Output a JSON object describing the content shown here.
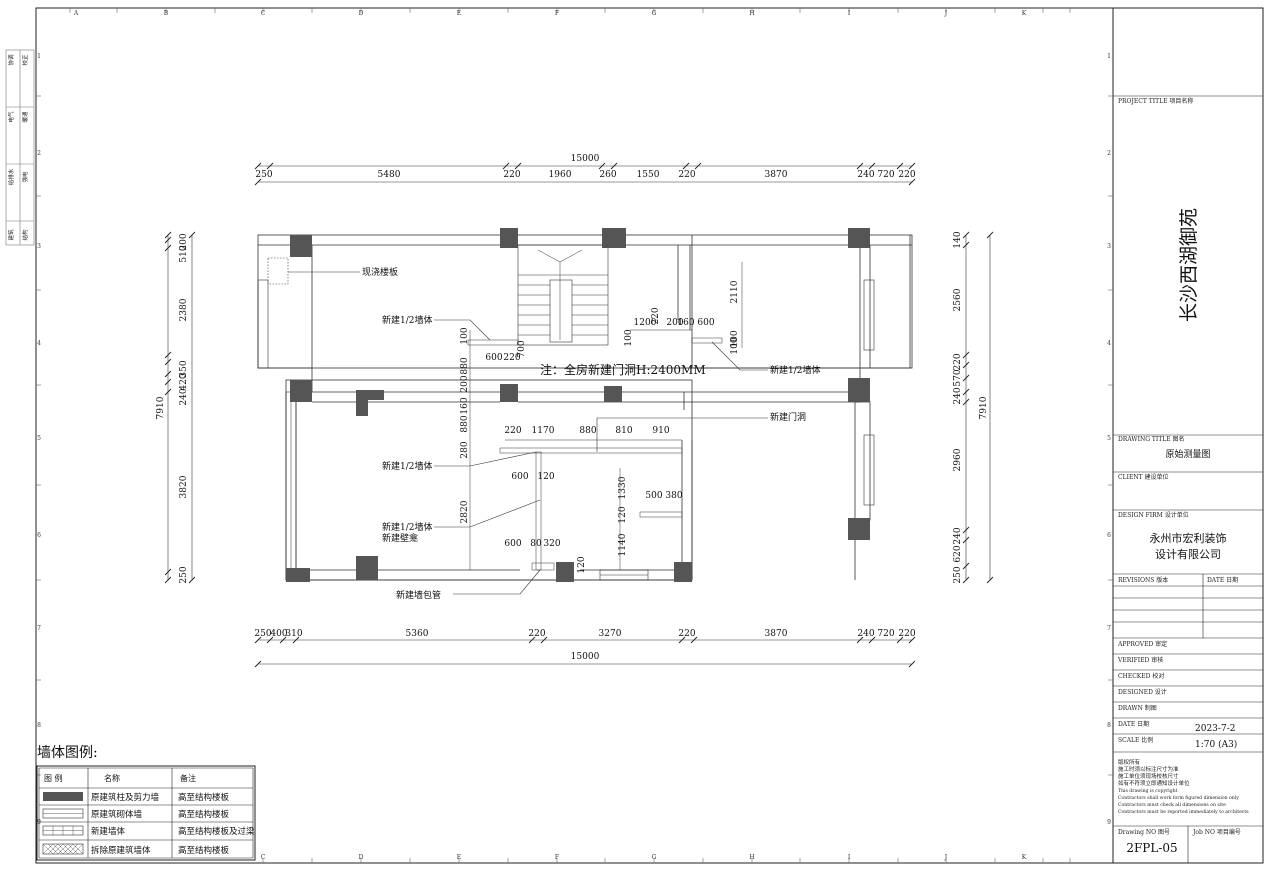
{
  "grid_top": [
    "A",
    "B",
    "C",
    "D",
    "E",
    "F",
    "G",
    "H",
    "I",
    "J",
    "K"
  ],
  "grid_bottom": [
    "C",
    "D",
    "E",
    "F",
    "G",
    "H",
    "I",
    "J",
    "K"
  ],
  "grid_side": [
    "1",
    "2",
    "3",
    "4",
    "5",
    "6",
    "7",
    "8",
    "9"
  ],
  "left_strip": [
    "协调",
    "校正",
    "电气",
    "暖通",
    "给排水",
    "强电",
    "建筑",
    "结构"
  ],
  "dims": {
    "top_total": "15000",
    "top": [
      "250",
      "5480",
      "220",
      "1960",
      "260",
      "1550",
      "220",
      "3870",
      "240",
      "720",
      "220"
    ],
    "bottom_total": "15000",
    "bottom": [
      "250",
      "400",
      "310",
      "5360",
      "220",
      "3270",
      "220",
      "3870",
      "240",
      "720",
      "220"
    ],
    "left_total": "7910",
    "left": [
      "200",
      "510",
      "2380",
      "350",
      "420",
      "240",
      "3820",
      "250"
    ],
    "right_total": "7910",
    "right": [
      "140",
      "2560",
      "220",
      "570",
      "240",
      "2960",
      "240",
      "620",
      "250"
    ],
    "inner": [
      "100",
      "600",
      "220",
      "700",
      "880",
      "160",
      "880",
      "280",
      "2820",
      "220",
      "1170",
      "880",
      "810",
      "910",
      "600",
      "120",
      "1330",
      "500",
      "380",
      "120",
      "600",
      "80",
      "320",
      "120",
      "1140",
      "100",
      "1200",
      "220",
      "200",
      "160",
      "600",
      "2110",
      "100",
      "100",
      "200"
    ]
  },
  "annotations": {
    "cast_slab": "现浇楼板",
    "new_half_wall_1": "新建1/2墙体",
    "new_half_wall_2": "新建1/2墙体",
    "new_half_wall_3": "新建1/2墙体",
    "new_half_wall_4": "新建1/2墙体",
    "new_cabinet": "新建壁龛",
    "new_door": "新建门洞",
    "pipe_wrap": "新建墙包管",
    "note": "注：全房新建门洞H:2400MM"
  },
  "legend": {
    "title": "墙体图例:",
    "headers": [
      "图 例",
      "名称",
      "备注"
    ],
    "rows": [
      {
        "name": "原建筑柱及剪力墙",
        "note": "高至结构楼板"
      },
      {
        "name": "原建筑砌体墙",
        "note": "高至结构楼板"
      },
      {
        "name": "新建墙体",
        "note": "高至结构楼板及过梁"
      },
      {
        "name": "拆除原建筑墙体",
        "note": "高至结构楼板"
      }
    ]
  },
  "title_block": {
    "project_title_label": "PROJECT TITLE  项目名称",
    "project_name": "长沙西湖御苑",
    "drawing_title_label": "DRAWING TITLE  图名",
    "drawing_title": "原始测量图",
    "client_label": "CLIENT  建设单位",
    "design_firm_label": "DESIGN FIRM  设计单位",
    "design_firm_1": "永州市宏利装饰",
    "design_firm_2": "设计有限公司",
    "revisions_label": "REVISIONS  版本",
    "date_col_label": "DATE  日期",
    "approved": "APPROVED   审定",
    "verified": "VERIFIED   审核",
    "checked": "CHECKED   校对",
    "designed": "DESIGNED   设计",
    "drawn": "DRAWN   制图",
    "date_label": "DATE   日期",
    "date_value": "2023-7-2",
    "scale_label": "SCALE   比例",
    "scale_value": "1:70 (A3)",
    "notes": [
      "版权所有",
      "施工时须以标注尺寸为准",
      "施工单位须现场校核尺寸",
      "如有不符须立即通知设计单位",
      "This drawing is copyright",
      "Contractors shall work form figured dimension only",
      "Contractors must check all dimensions on site",
      "Contractors must be reported immediately to architects"
    ],
    "drawing_no_label": "Drawing NO  图号",
    "job_no_label": "Job NO  项目编号",
    "drawing_no": "2FPL-05"
  }
}
